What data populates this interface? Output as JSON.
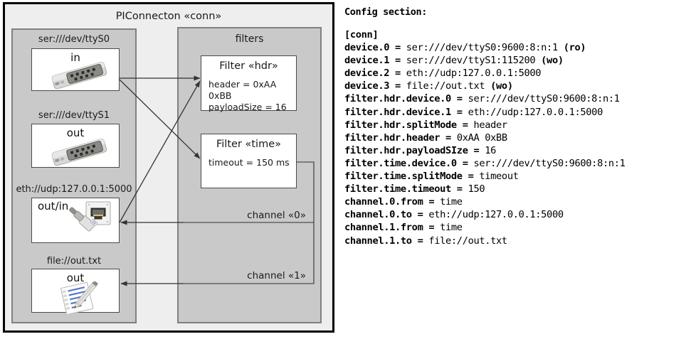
{
  "diagram": {
    "title": "PIConnecton «conn»",
    "panels": {
      "devices_title": "",
      "filters_title": "filters"
    },
    "devices": [
      {
        "label": "ser:///dev/ttyS0",
        "io": "in",
        "icon": "serial-connector-icon"
      },
      {
        "label": "ser:///dev/ttyS1",
        "io": "out",
        "icon": "serial-connector-icon"
      },
      {
        "label": "eth://udp:127.0.0.1:5000",
        "io": "out/in",
        "icon": "ethernet-jack-icon"
      },
      {
        "label": "file://out.txt",
        "io": "out",
        "icon": "notepad-pencil-icon"
      }
    ],
    "filters": [
      {
        "title": "Filter «hdr»",
        "props": [
          "header = 0xAA 0xBB",
          "payloadSize = 16"
        ]
      },
      {
        "title": "Filter «time»",
        "props": [
          "timeout = 150 ms"
        ]
      }
    ],
    "channels": [
      {
        "label": "channel «0»"
      },
      {
        "label": "channel «1»"
      }
    ],
    "colors": {
      "frame_bg": "#eeeeee",
      "panel_bg": "#c9c9c9",
      "panel_border": "#808080",
      "box_bg": "#ffffff",
      "box_border": "#4a4a4a",
      "edge": "#333333"
    }
  },
  "config": {
    "heading": "Config section:",
    "lines": [
      {
        "key": "[conn]",
        "value": ""
      },
      {
        "key": "device.0 = ",
        "value": "ser:///dev/ttyS0:9600:8:n:1 ",
        "value_bold": "(ro)"
      },
      {
        "key": "device.1 = ",
        "value": "ser:///dev/ttyS1:115200 ",
        "value_bold": "(wo)"
      },
      {
        "key": "device.2 = ",
        "value": "eth://udp:127.0.0.1:5000",
        "value_bold": ""
      },
      {
        "key": "device.3 = ",
        "value": "file://out.txt ",
        "value_bold": "(wo)"
      },
      {
        "key": "filter.hdr.device.0 = ",
        "value": "ser:///dev/ttyS0:9600:8:n:1",
        "value_bold": ""
      },
      {
        "key": "filter.hdr.device.1 = ",
        "value": "eth://udp:127.0.0.1:5000",
        "value_bold": ""
      },
      {
        "key": "filter.hdr.splitMode = ",
        "value": "header",
        "value_bold": ""
      },
      {
        "key": "filter.hdr.header = ",
        "value": "0xAA 0xBB",
        "value_bold": ""
      },
      {
        "key": "filter.hdr.payloadSIze = ",
        "value": "16",
        "value_bold": ""
      },
      {
        "key": "filter.time.device.0 = ",
        "value": "ser:///dev/ttyS0:9600:8:n:1",
        "value_bold": ""
      },
      {
        "key": "filter.time.splitMode = ",
        "value": "timeout",
        "value_bold": ""
      },
      {
        "key": "filter.time.timeout = ",
        "value": "150",
        "value_bold": ""
      },
      {
        "key": "channel.0.from = ",
        "value": "time",
        "value_bold": ""
      },
      {
        "key": "channel.0.to = ",
        "value": "eth://udp:127.0.0.1:5000",
        "value_bold": ""
      },
      {
        "key": "channel.1.from = ",
        "value": "time",
        "value_bold": ""
      },
      {
        "key": "channel.1.to = ",
        "value": "file://out.txt",
        "value_bold": ""
      }
    ]
  }
}
